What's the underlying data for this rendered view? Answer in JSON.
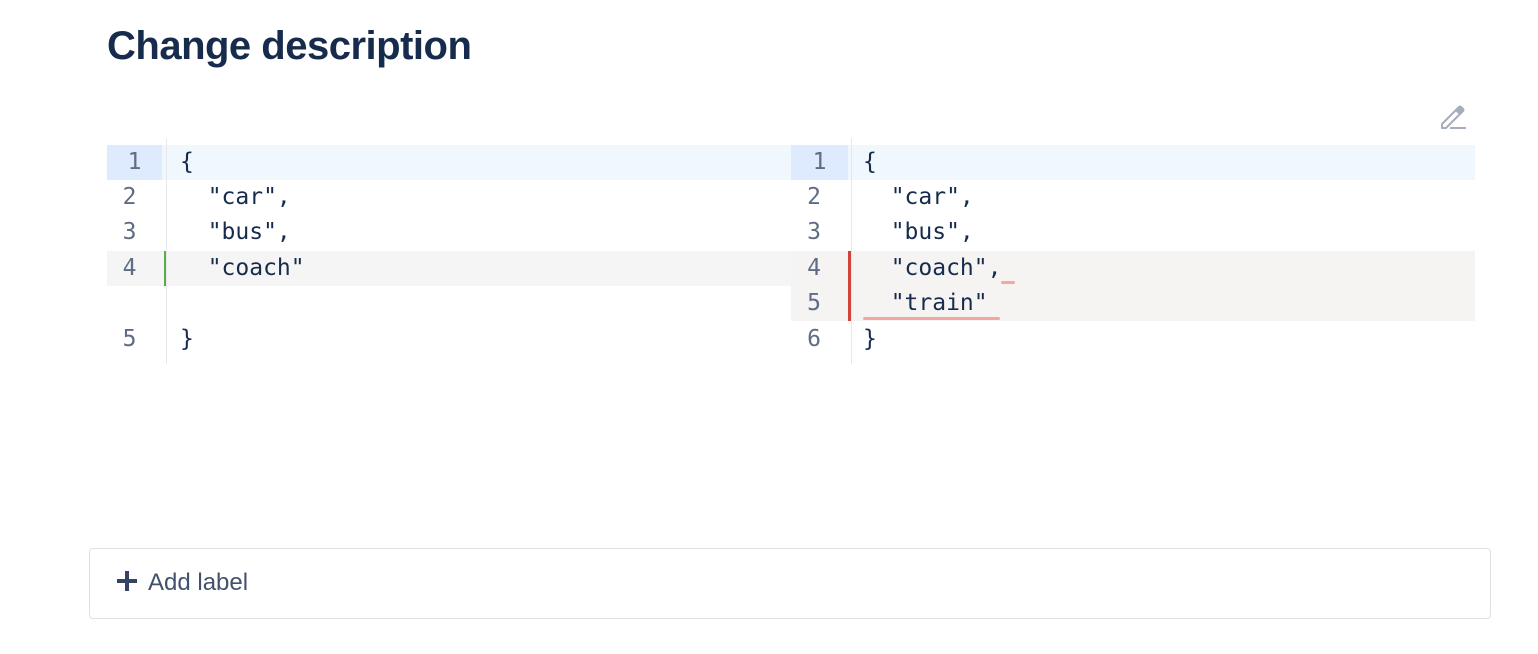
{
  "page": {
    "title": "Change description"
  },
  "toolbar": {
    "edit_icon": "pencil-icon"
  },
  "diff": {
    "left": {
      "lines": [
        {
          "num": "1",
          "text": "{"
        },
        {
          "num": "2",
          "text": "  \"car\","
        },
        {
          "num": "3",
          "text": "  \"bus\","
        },
        {
          "num": "4",
          "text": "  \"coach\""
        },
        {
          "num": "",
          "text": ""
        },
        {
          "num": "5",
          "text": "}"
        }
      ]
    },
    "right": {
      "lines": [
        {
          "num": "1",
          "text": "{"
        },
        {
          "num": "2",
          "text": "  \"car\","
        },
        {
          "num": "3",
          "text": "  \"bus\","
        },
        {
          "num": "4",
          "text": "  \"coach\","
        },
        {
          "num": "5",
          "text": "  \"train\""
        },
        {
          "num": "6",
          "text": "}"
        }
      ]
    },
    "colors": {
      "added_marker": "#5aac44",
      "removed_marker": "#d04437",
      "active_line": "#f0f7fd"
    }
  },
  "labels": {
    "add_label": "Add label",
    "add_icon": "plus-icon"
  }
}
